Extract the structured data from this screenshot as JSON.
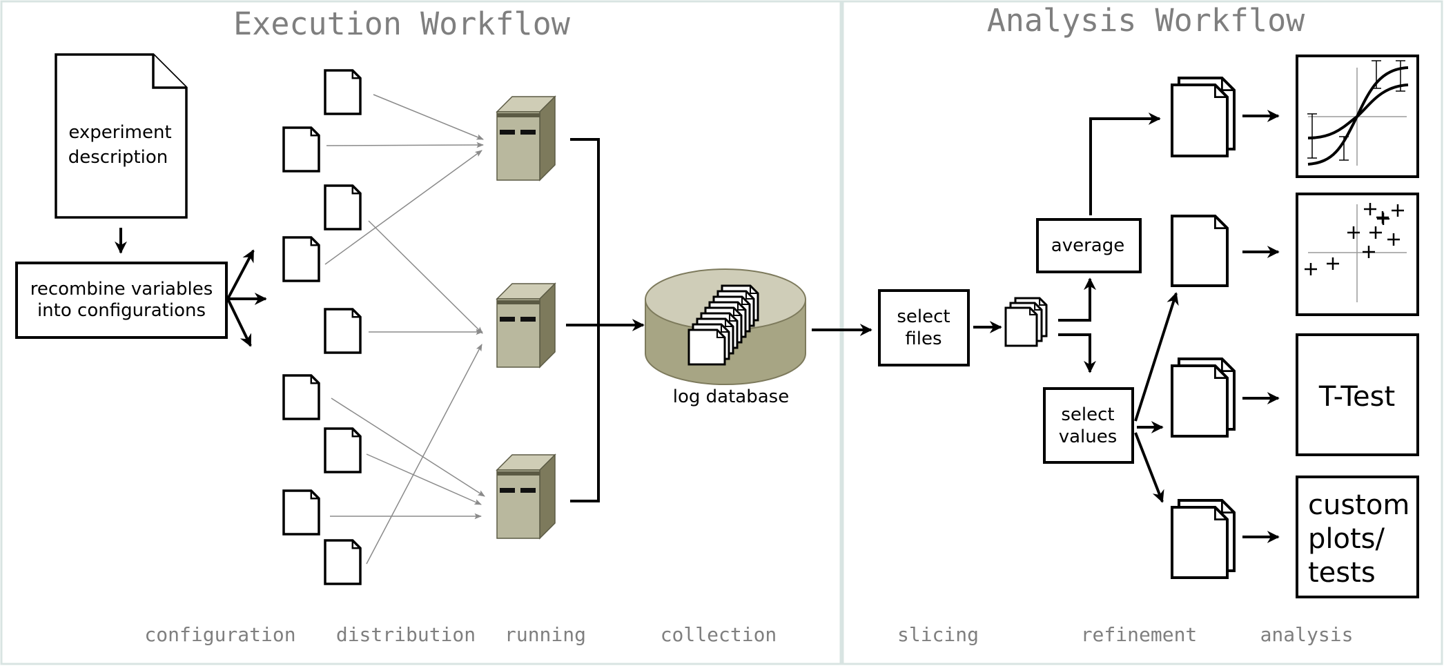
{
  "titles": {
    "execution": "Execution Workflow",
    "analysis": "Analysis Workflow"
  },
  "boxes": {
    "experiment_description": [
      "experiment",
      "description"
    ],
    "recombine": [
      "recombine variables",
      "into configurations"
    ],
    "database": "log database",
    "select_files": [
      "select",
      "files"
    ],
    "average": "average",
    "select_values": [
      "select",
      "values"
    ]
  },
  "results": {
    "ttest": "T-Test",
    "custom": [
      "custom",
      "plots/",
      "tests"
    ]
  },
  "stages": [
    "configuration",
    "distribution",
    "running",
    "collection",
    "slicing",
    "refinement",
    "analysis"
  ],
  "colors": {
    "panel_border": "#d8e4e2",
    "title_text": "#7f7f7f",
    "server_face": "#b9b89e",
    "server_top": "#cfcdb6",
    "server_side": "#7d7a5c",
    "cylinder_body": "#a7a584",
    "cylinder_top": "#cfcdb8"
  }
}
